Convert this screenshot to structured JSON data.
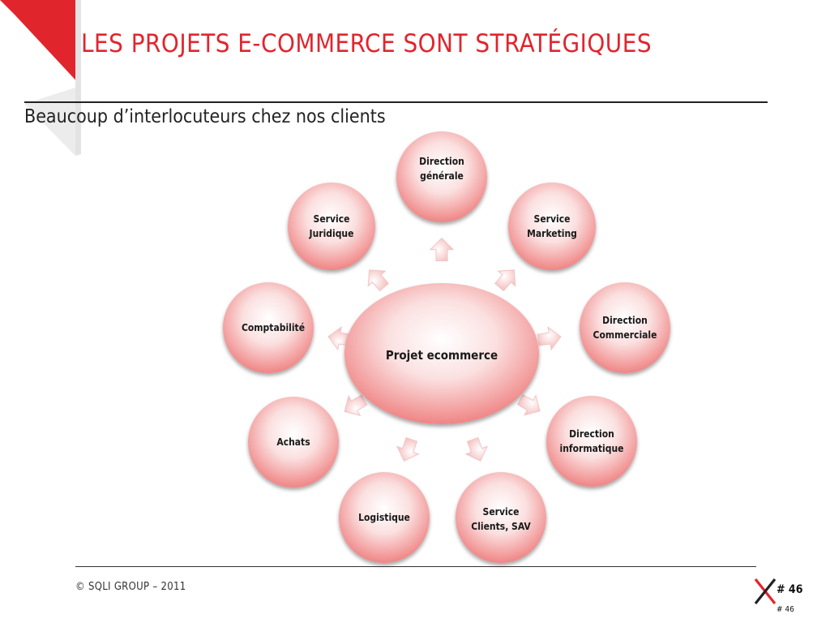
{
  "slide": {
    "title": "LES PROJETS E-COMMERCE SONT STRATÉGIQUES",
    "subtitle": "Beaucoup d’interlocuteurs chez nos clients",
    "accent_color": "#e1252d"
  },
  "diagram": {
    "center": "Projet ecommerce",
    "nodes": [
      "Direction\ngénérale",
      "Service\nMarketing",
      "Direction\nCommerciale",
      "Direction\ninformatique",
      "Service\nClients, SAV",
      "Logistique",
      "Achats",
      "Comptabilité",
      "Service\nJuridique"
    ]
  },
  "footer": {
    "copyright": "© SQLI  GROUP – 2011",
    "page_number": "# 46",
    "page_number_small": "# 46"
  }
}
